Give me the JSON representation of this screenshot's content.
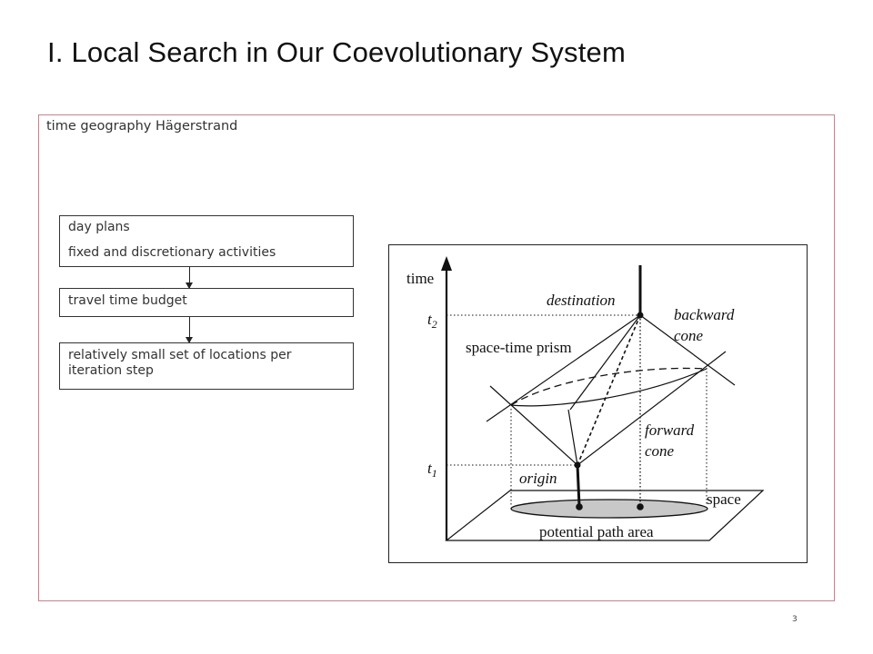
{
  "slide": {
    "title": "I. Local Search in Our Coevolutionary System",
    "subtitle": "time geography Hägerstrand",
    "page_number": "3"
  },
  "flowchart": {
    "box1": {
      "line1": "day plans",
      "line2": "fixed and discretionary activities"
    },
    "box2": {
      "line1": "travel time budget"
    },
    "box3": {
      "line1": "relatively small set of locations per",
      "line2": "iteration step"
    }
  },
  "figure": {
    "time_axis": "time",
    "t2_letter": "t",
    "t2_sub": "2",
    "t1_letter": "t",
    "t1_sub": "1",
    "destination": "destination",
    "backward_cone_1": "backward",
    "backward_cone_2": "cone",
    "prism": "space-time prism",
    "forward_cone_1": "forward",
    "forward_cone_2": "cone",
    "origin": "origin",
    "space": "space",
    "potential_path_area": "potential path area"
  },
  "colors": {
    "frame_border": "#b88890",
    "ellipse_fill": "#c8c8c8"
  }
}
